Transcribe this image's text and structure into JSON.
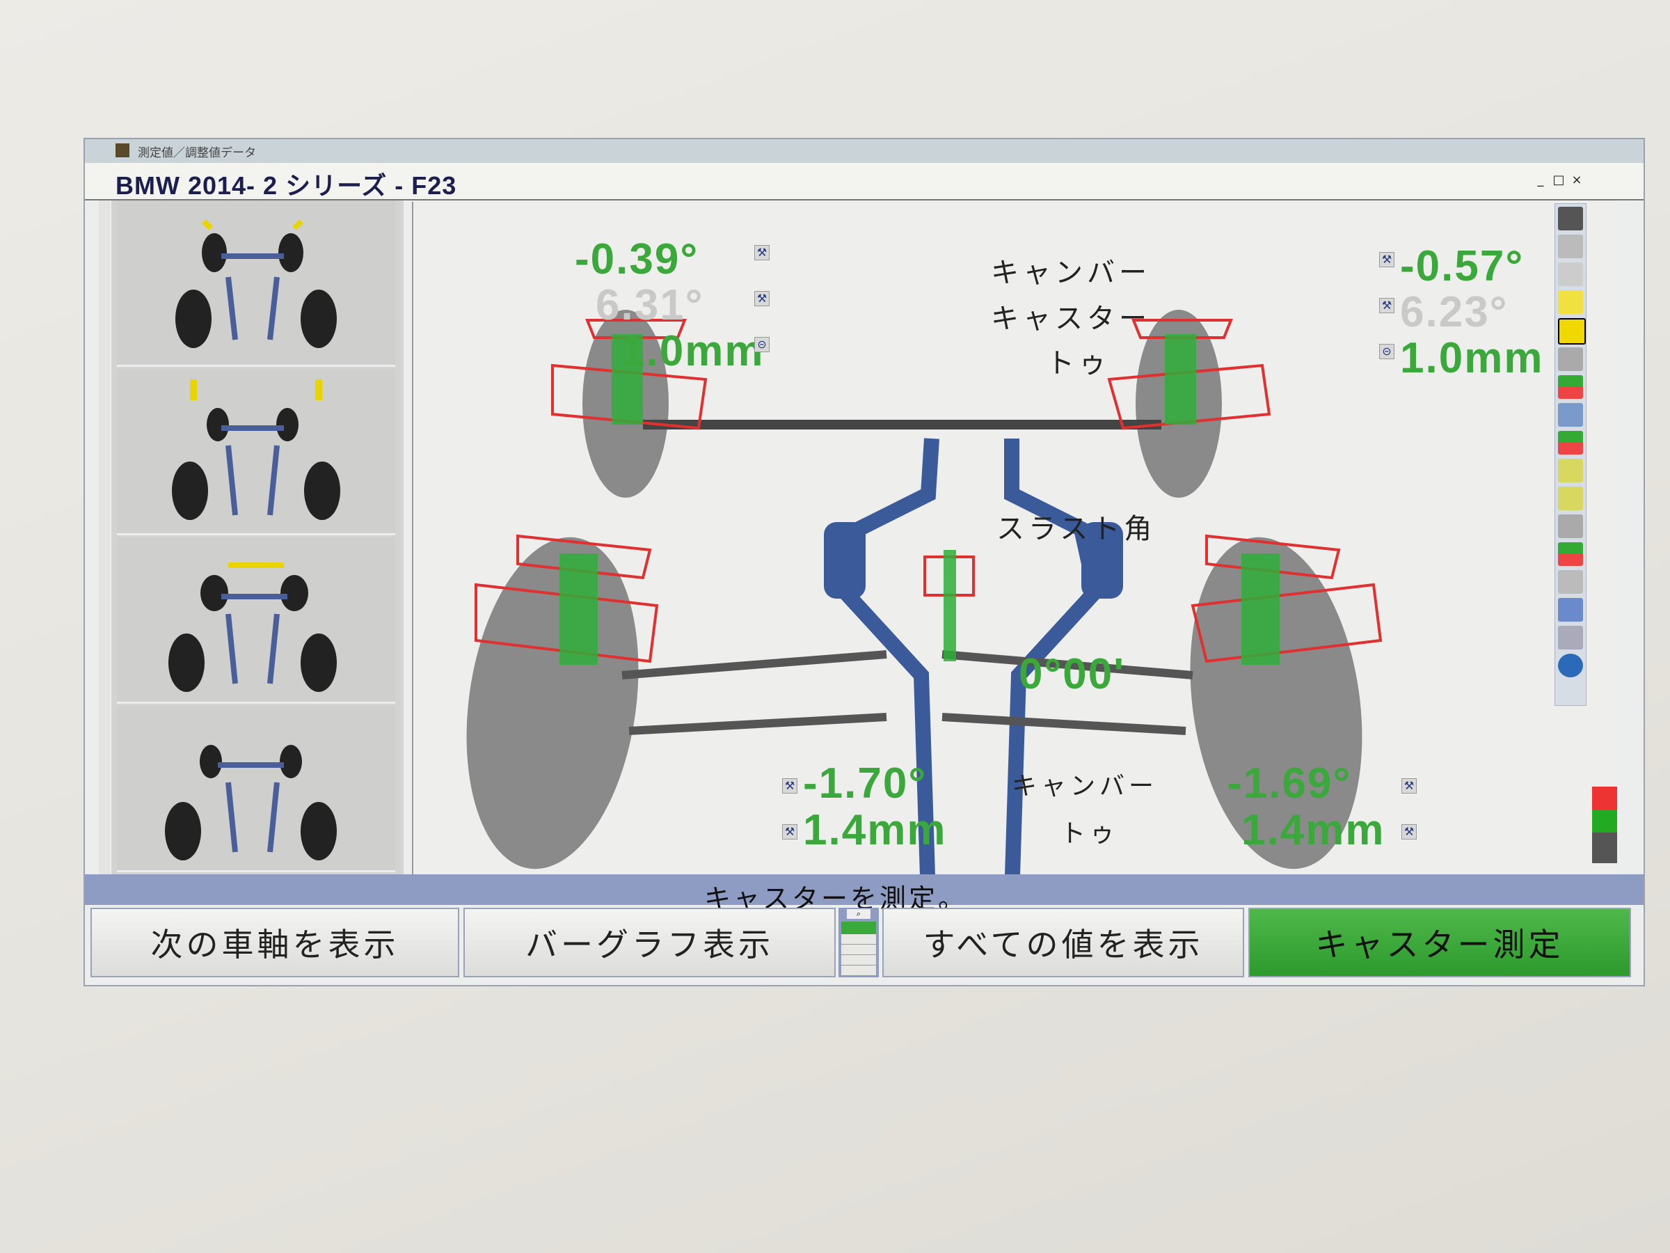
{
  "window": {
    "title": "測定値／調整値データ",
    "vehicle": "BMW 2014- 2 シリーズ - F23",
    "controls": [
      "_",
      "□",
      "×"
    ]
  },
  "front": {
    "left": {
      "camber": "-0.39°",
      "caster": "6.31°",
      "toe": "1.0mm"
    },
    "right": {
      "camber": "-0.57°",
      "caster": "6.23°",
      "toe": "1.0mm"
    },
    "labels": {
      "camber": "キャンバー",
      "caster": "キャスター",
      "toe": "トゥ"
    }
  },
  "thrust": {
    "label": "スラスト角",
    "value": "0°00'"
  },
  "rear": {
    "left": {
      "camber": "-1.70°",
      "toe": "1.4mm"
    },
    "right": {
      "camber": "-1.69°",
      "toe": "1.4mm"
    },
    "labels": {
      "camber": "キャンバー",
      "toe": "トゥ"
    }
  },
  "status": "キャスターを測定。",
  "buttons": {
    "next_axle": "次の車軸を表示",
    "bar_graph": "バーグラフ表示",
    "show_all": "すべての値を表示",
    "measure_caster": "キャスター測定"
  },
  "colors": {
    "value_green": "#3aa83a",
    "accent_green": "#3aa83a",
    "status_bar": "#8e9cc4",
    "tire": "#8a8a8a",
    "exhaust": "#3b5a9a"
  }
}
